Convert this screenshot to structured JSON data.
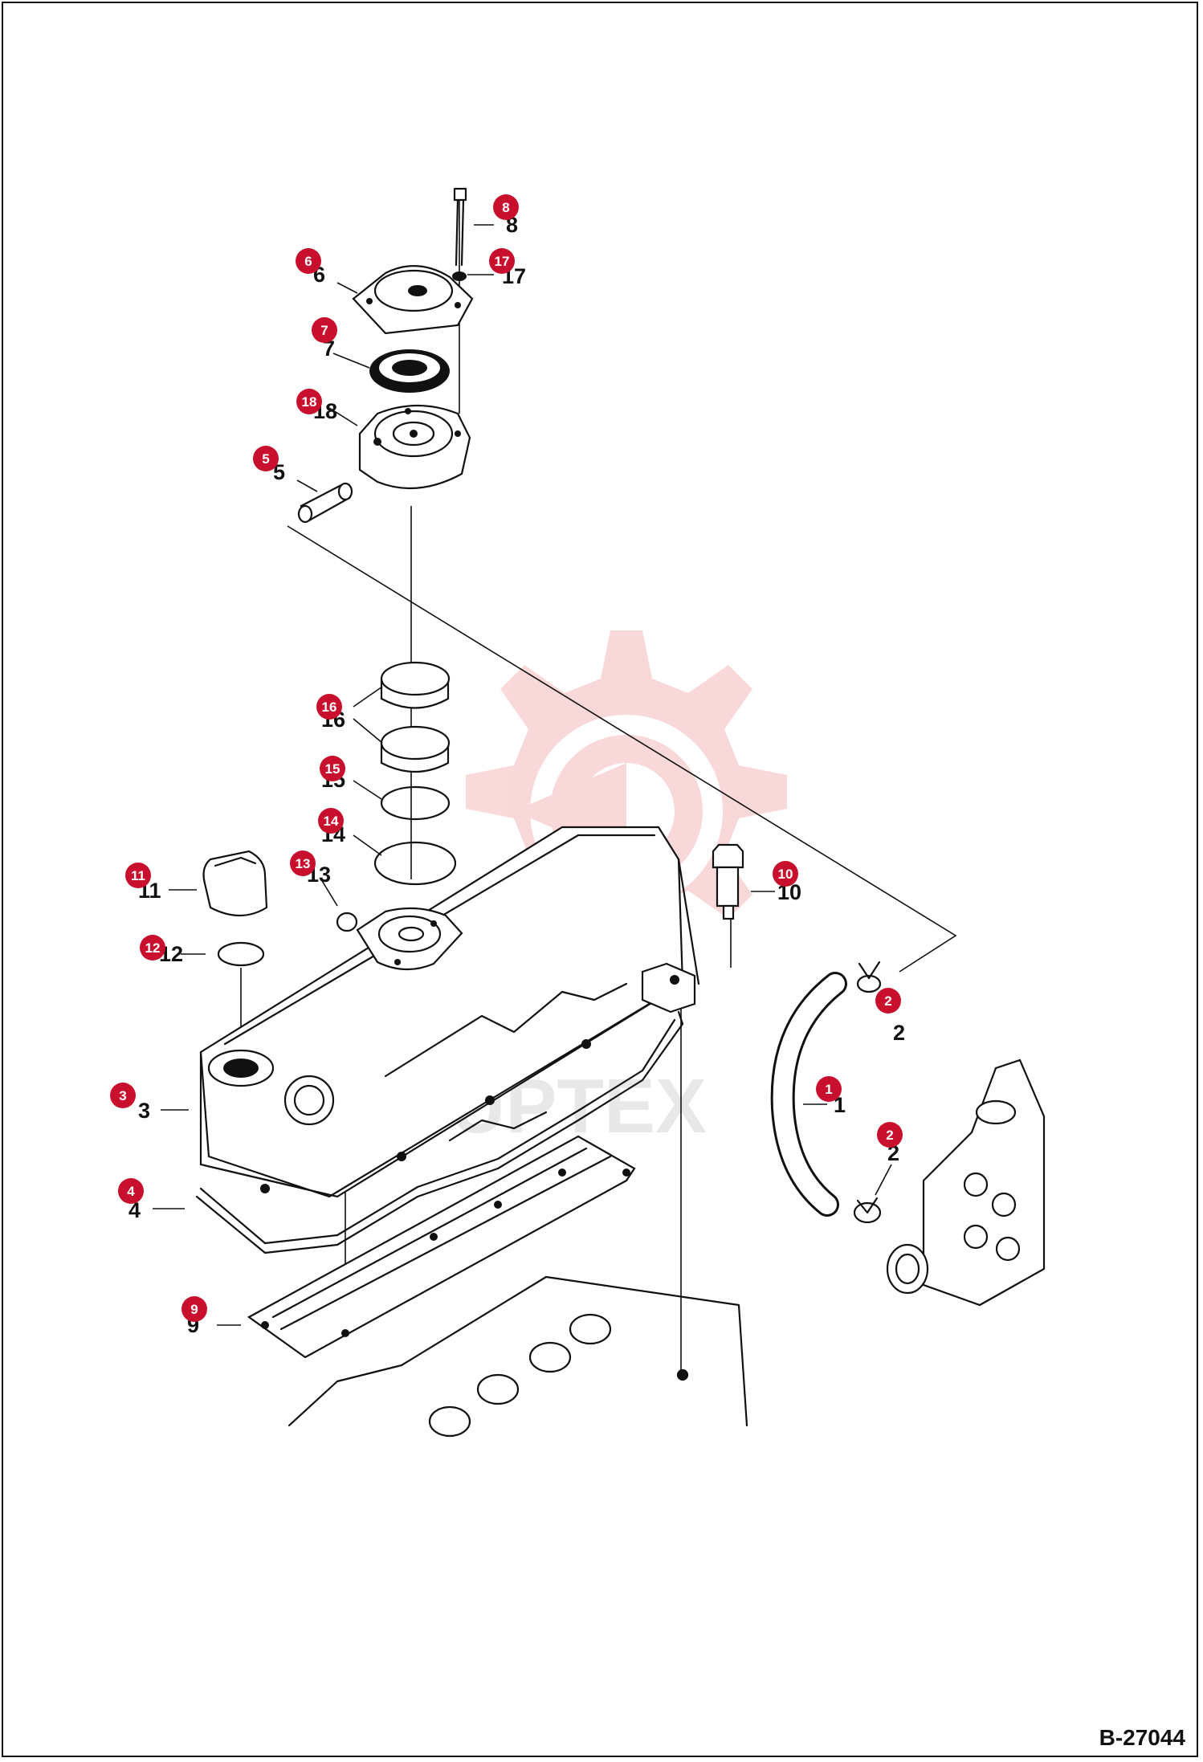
{
  "diagram": {
    "reference_code": "B-27044",
    "watermark": "UPTEX",
    "callouts": [
      {
        "id": "callout-1",
        "number": "1",
        "label": "1"
      },
      {
        "id": "callout-2a",
        "number": "2",
        "label": "2"
      },
      {
        "id": "callout-2b",
        "number": "2",
        "label": "2"
      },
      {
        "id": "callout-3",
        "number": "3",
        "label": "3"
      },
      {
        "id": "callout-4",
        "number": "4",
        "label": "4"
      },
      {
        "id": "callout-5",
        "number": "5",
        "label": "5"
      },
      {
        "id": "callout-6",
        "number": "6",
        "label": "6"
      },
      {
        "id": "callout-7",
        "number": "7",
        "label": "7"
      },
      {
        "id": "callout-8",
        "number": "8",
        "label": "8"
      },
      {
        "id": "callout-9",
        "number": "9",
        "label": "9"
      },
      {
        "id": "callout-10",
        "number": "10",
        "label": "10"
      },
      {
        "id": "callout-11",
        "number": "11",
        "label": "11"
      },
      {
        "id": "callout-12",
        "number": "12",
        "label": "12"
      },
      {
        "id": "callout-13",
        "number": "13",
        "label": "13"
      },
      {
        "id": "callout-14",
        "number": "14",
        "label": "14"
      },
      {
        "id": "callout-15",
        "number": "15",
        "label": "15"
      },
      {
        "id": "callout-16",
        "number": "16",
        "label": "16"
      },
      {
        "id": "callout-17",
        "number": "17",
        "label": "17"
      },
      {
        "id": "callout-18",
        "number": "18",
        "label": "18"
      }
    ],
    "colors": {
      "callout_fill": "#c8102e",
      "line": "#111111",
      "watermark": "#f4c2c2"
    }
  }
}
